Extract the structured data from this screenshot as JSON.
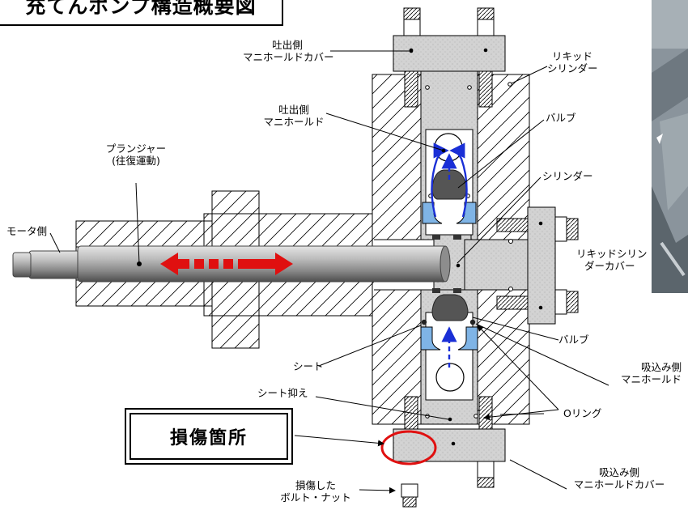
{
  "title": "充てんポンプ構造概要図",
  "damage_box": "損傷箇所",
  "labels": {
    "discharge_cover": [
      "吐出側",
      "マニホールドカバー"
    ],
    "liquid_cylinder": [
      "リキッド",
      "シリンダー"
    ],
    "discharge_manifold": [
      "吐出側",
      "マニホールド"
    ],
    "valve_upper": "バルブ",
    "plunger": [
      "プランジャー",
      "(往復運動)"
    ],
    "cylinder": "シリンダー",
    "motor_side": "モータ側",
    "liquid_cylinder_cover": [
      "リキッドシリン",
      "ダーカバー"
    ],
    "valve_lower": "バルブ",
    "suction_manifold": [
      "吸込み側",
      "マニホールド"
    ],
    "seat": "シート",
    "seat_holder": "シート抑え",
    "o_ring": "Oリング",
    "suction_cover": [
      "吸込み側",
      "マニホールドカバー"
    ],
    "damaged_bolt": [
      "損傷した",
      "ボルト・ナット"
    ]
  },
  "colors": {
    "hatch": "#000000",
    "speckle_fill": "#d2d2d2",
    "flow_arrow": "#1a2fd6",
    "plunger_arrow": "#e01010",
    "seat_blue": "#7fb4e6",
    "valve_dark": "#555555",
    "damage_circle": "#e01010",
    "photo_bg": "#8a949c"
  },
  "icons": [
    "plunger-motion-arrow",
    "flow-arrow",
    "damage-circle"
  ]
}
